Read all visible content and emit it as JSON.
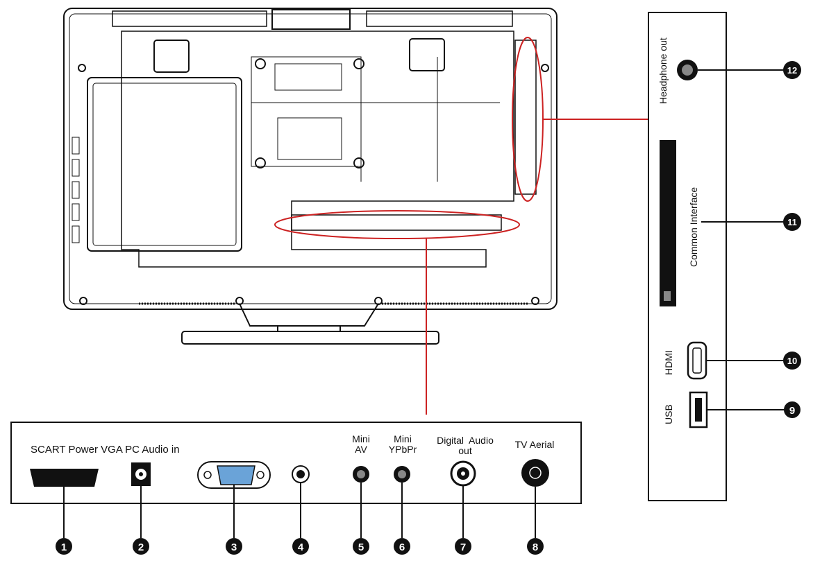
{
  "colors": {
    "line": "#111111",
    "accent": "#cc2222",
    "bg": "#ffffff"
  },
  "bottom_panel": {
    "labels": {
      "scart_power_vga_pc_audio": "SCART Power VGA PC Audio in",
      "mini_av_1": "Mini",
      "mini_av_2": "AV",
      "mini_ypbpr_1": "Mini",
      "mini_ypbpr_2": "YPbPr",
      "digital_audio_1": "Digital  Audio",
      "digital_audio_2": "out",
      "tv_aerial": "TV Aerial"
    }
  },
  "side_panel": {
    "labels": {
      "headphone_out": "Headphone out",
      "common_interface": "Common Interface",
      "hdmi": "HDMI",
      "usb": "USB"
    }
  },
  "callouts": [
    "1",
    "2",
    "3",
    "4",
    "5",
    "6",
    "7",
    "8",
    "9",
    "10",
    "11",
    "12"
  ]
}
